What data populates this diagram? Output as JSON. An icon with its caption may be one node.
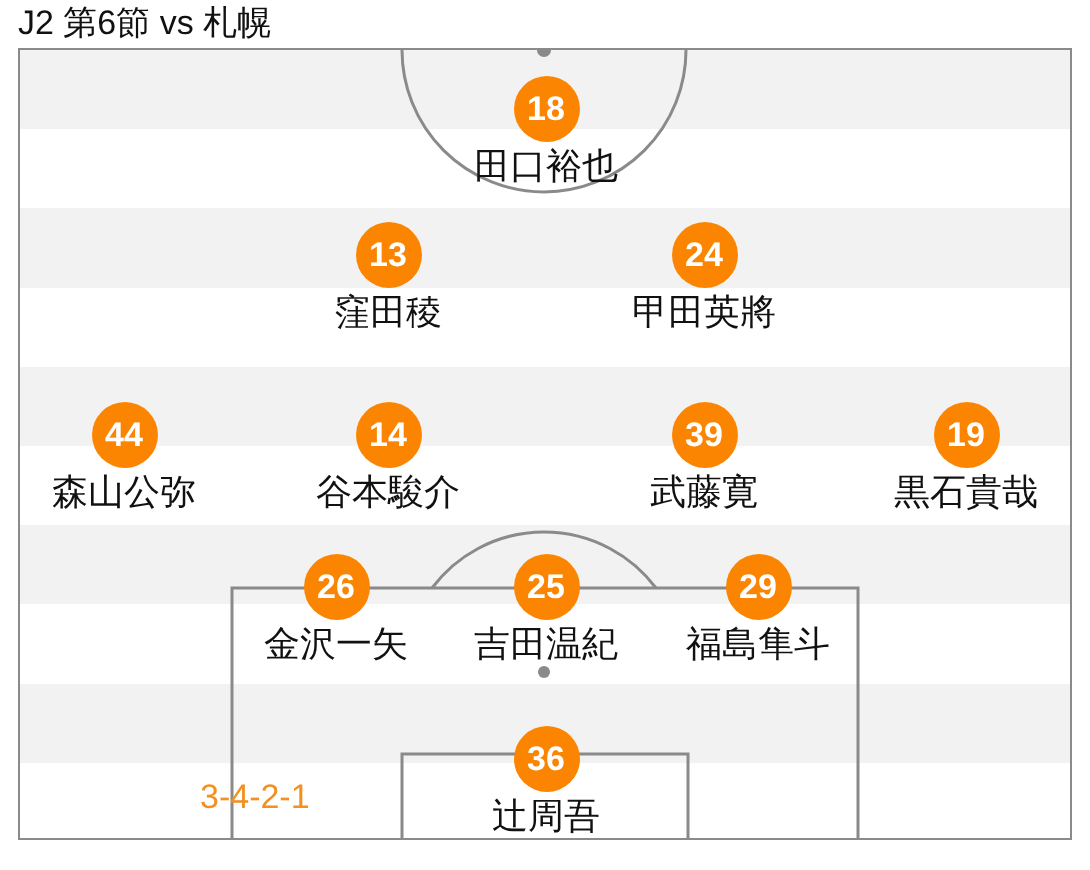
{
  "diagram": {
    "title": "J2 第6節 vs 札幌",
    "nodes": [
      {
        "text": [
          "18"
        ],
        "beside": [
          "田口裕也"
        ]
      },
      {
        "text": [
          "13"
        ],
        "beside": [
          "窪田稜"
        ]
      },
      {
        "text": [
          "24"
        ],
        "beside": [
          "甲田英將"
        ]
      },
      {
        "text": [
          "44"
        ],
        "beside": [
          "森山公弥"
        ]
      },
      {
        "text": [
          "14"
        ],
        "beside": [
          "谷本駿介"
        ]
      },
      {
        "text": [
          "39"
        ],
        "beside": [
          "武藤寛"
        ]
      },
      {
        "text": [
          "19"
        ],
        "beside": [
          "黒石貴哉"
        ]
      },
      {
        "text": [
          "26"
        ],
        "beside": [
          "金沢一矢"
        ]
      },
      {
        "text": [
          "25"
        ],
        "beside": [
          "吉田温紀"
        ]
      },
      {
        "text": [
          "29"
        ],
        "beside": [
          "福島隼斗"
        ]
      },
      {
        "text": [
          "36"
        ],
        "beside": [
          "辻周吾"
        ]
      }
    ],
    "labels": [
      "3-4-2-1"
    ]
  }
}
